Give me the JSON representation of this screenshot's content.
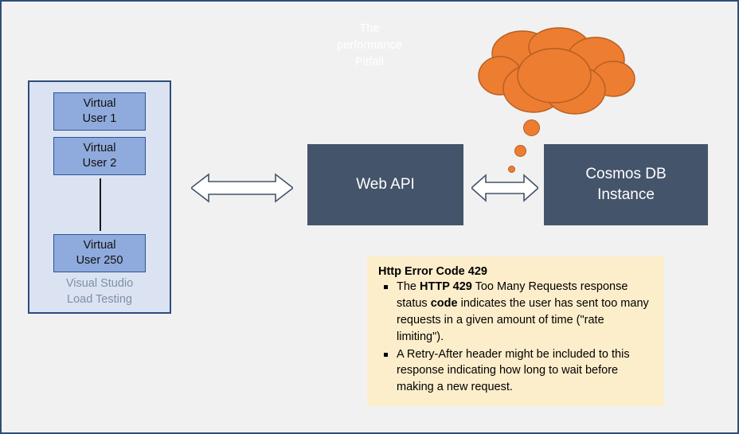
{
  "diagram": {
    "background_color": "#f1f1f1",
    "border_color": "#2e4d7b"
  },
  "load_test_panel": {
    "panel_fill": "#dbe3f3",
    "box_fill": "#8faadc",
    "users": [
      {
        "line1": "Virtual",
        "line2": "User 1"
      },
      {
        "line1": "Virtual",
        "line2": "User 2"
      },
      {
        "line1": "Virtual",
        "line2": "User 250"
      }
    ],
    "caption_line1": "Visual Studio",
    "caption_line2": "Load Testing",
    "caption_color": "#7f8fa6"
  },
  "services": {
    "fill": "#44546a",
    "web_api": {
      "line1": "Web API",
      "line2": ""
    },
    "cosmos_db": {
      "line1": "Cosmos DB",
      "line2": "Instance"
    }
  },
  "cloud": {
    "fill": "#ed7d31",
    "outline": "#b45f22",
    "text_line1": "The",
    "text_line2": "performance",
    "text_line3": "Pitfall"
  },
  "note": {
    "fill": "#fdeecb",
    "title": "Http Error Code 429",
    "bullets": [
      {
        "parts": [
          {
            "text": "The ",
            "bold": false
          },
          {
            "text": "HTTP 429",
            "bold": true
          },
          {
            "text": " Too Many Requests response status ",
            "bold": false
          },
          {
            "text": "code",
            "bold": true
          },
          {
            "text": " indicates the user has sent too many requests in a given amount of time (\"rate limiting\").",
            "bold": false
          }
        ]
      },
      {
        "parts": [
          {
            "text": "A Retry-After header might be included to this response indicating how long to wait before making a new request.",
            "bold": false
          }
        ]
      }
    ]
  }
}
